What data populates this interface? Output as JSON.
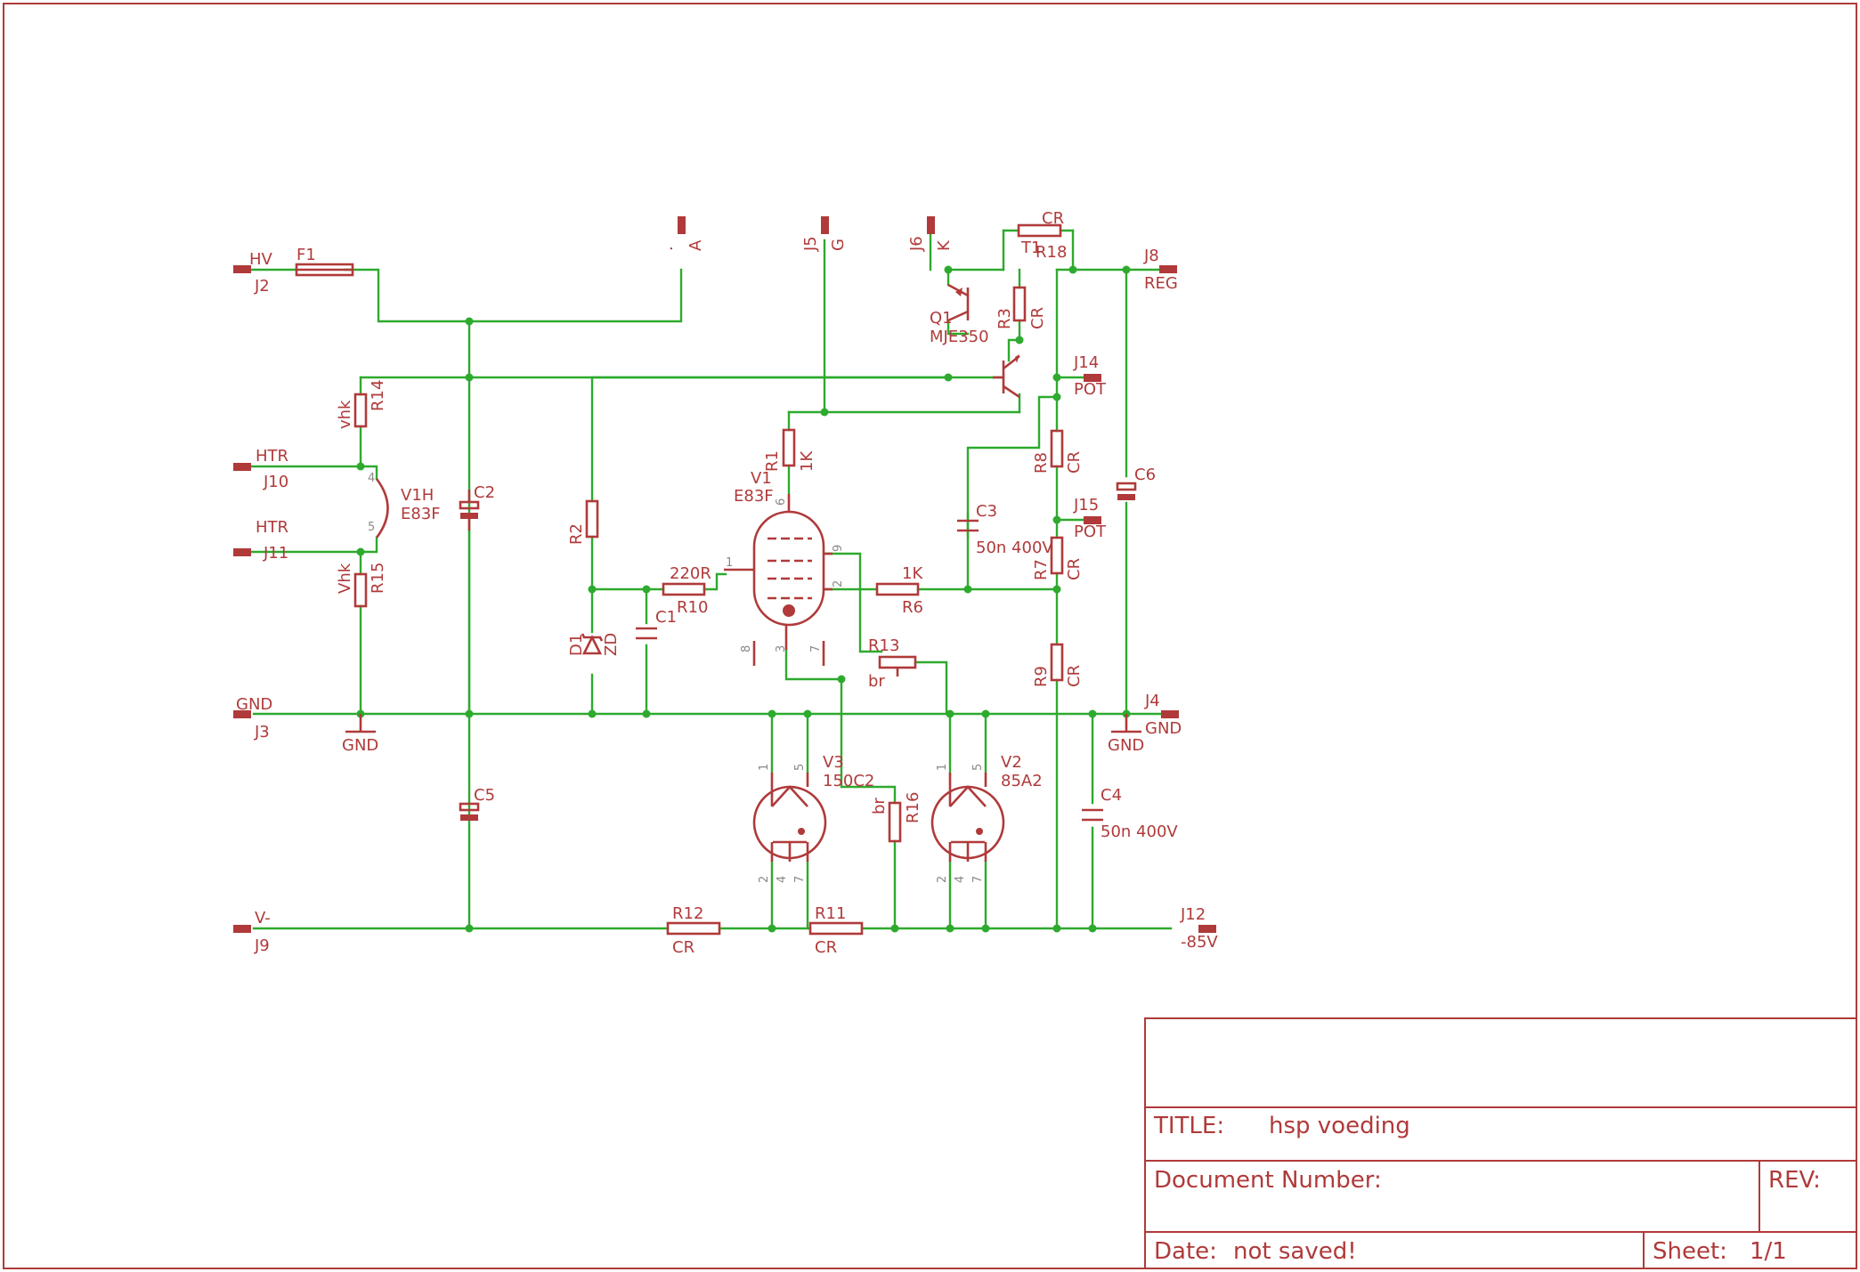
{
  "title_block": {
    "title_label": "TITLE:",
    "title_value": "hsp voeding",
    "docnum_label": "Document Number:",
    "rev_label": "REV:",
    "date_label": "Date:",
    "date_value": "not saved!",
    "sheet_label": "Sheet:",
    "sheet_value": "1/1"
  },
  "connectors": {
    "j2": {
      "name": "J2",
      "value": "HV"
    },
    "j10": {
      "name": "J10",
      "value": "HTR"
    },
    "j11": {
      "name": "J11",
      "value": "HTR"
    },
    "j3": {
      "name": "J3",
      "value": "GND"
    },
    "j9": {
      "name": "J9",
      "value": "V-"
    },
    "ja": {
      "name": "·",
      "value": "A"
    },
    "j5": {
      "name": "J5",
      "value": "G"
    },
    "j6": {
      "name": "J6",
      "value": "K"
    },
    "j8": {
      "name": "J8",
      "value": "REG"
    },
    "j14": {
      "name": "J14",
      "value": "POT"
    },
    "j15": {
      "name": "J15",
      "value": "POT"
    },
    "j4": {
      "name": "J4",
      "value": "GND"
    },
    "j12": {
      "name": "J12",
      "value": "-85V"
    }
  },
  "parts": {
    "f1": {
      "name": "F1"
    },
    "r14": {
      "name": "R14",
      "value": "vhk"
    },
    "r15": {
      "name": "R15",
      "value": "Vhk"
    },
    "v1h": {
      "name": "V1H",
      "value": "E83F",
      "pin_a": "4",
      "pin_b": "5"
    },
    "c2": {
      "name": "C2"
    },
    "c5": {
      "name": "C5"
    },
    "gnd1": {
      "value": "GND"
    },
    "gnd2": {
      "value": "GND"
    },
    "r2": {
      "name": "R2"
    },
    "d1": {
      "name": "D1",
      "value": "ZD"
    },
    "c1": {
      "name": "C1"
    },
    "r10": {
      "name": "R10",
      "value": "220R"
    },
    "v1": {
      "name": "V1",
      "value": "E83F",
      "pins": [
        "6",
        "9",
        "1",
        "2",
        "8",
        "3",
        "7"
      ]
    },
    "r1": {
      "name": "R1",
      "value": "1K"
    },
    "r6": {
      "name": "R6",
      "value": "1K"
    },
    "r13": {
      "name": "R13",
      "value": "br"
    },
    "q1": {
      "name": "Q1",
      "value": "MJE350"
    },
    "t1": {
      "name": "T1"
    },
    "r3": {
      "name": "R3",
      "value": "CR"
    },
    "r18": {
      "name": "R18",
      "value": "CR"
    },
    "c3": {
      "name": "C3",
      "value": "50n 400V"
    },
    "r8": {
      "name": "R8",
      "value": "CR"
    },
    "r7": {
      "name": "R7",
      "value": "CR"
    },
    "r9": {
      "name": "R9",
      "value": "CR"
    },
    "c6": {
      "name": "C6"
    },
    "c4": {
      "name": "C4",
      "value": "50n 400V"
    },
    "v3": {
      "name": "V3",
      "value": "150C2",
      "pins": [
        "1",
        "5",
        "2",
        "4",
        "7"
      ]
    },
    "v2": {
      "name": "V2",
      "value": "85A2",
      "pins": [
        "1",
        "5",
        "2",
        "4",
        "7"
      ]
    },
    "r16": {
      "name": "R16",
      "value": "br"
    },
    "r12": {
      "name": "R12",
      "value": "CR"
    },
    "r11": {
      "name": "R11",
      "value": "CR"
    }
  },
  "colors": {
    "wire": "#2eaa2e",
    "symbol": "#b03a3a",
    "pin_number": "#888888",
    "background": "#ffffff"
  }
}
